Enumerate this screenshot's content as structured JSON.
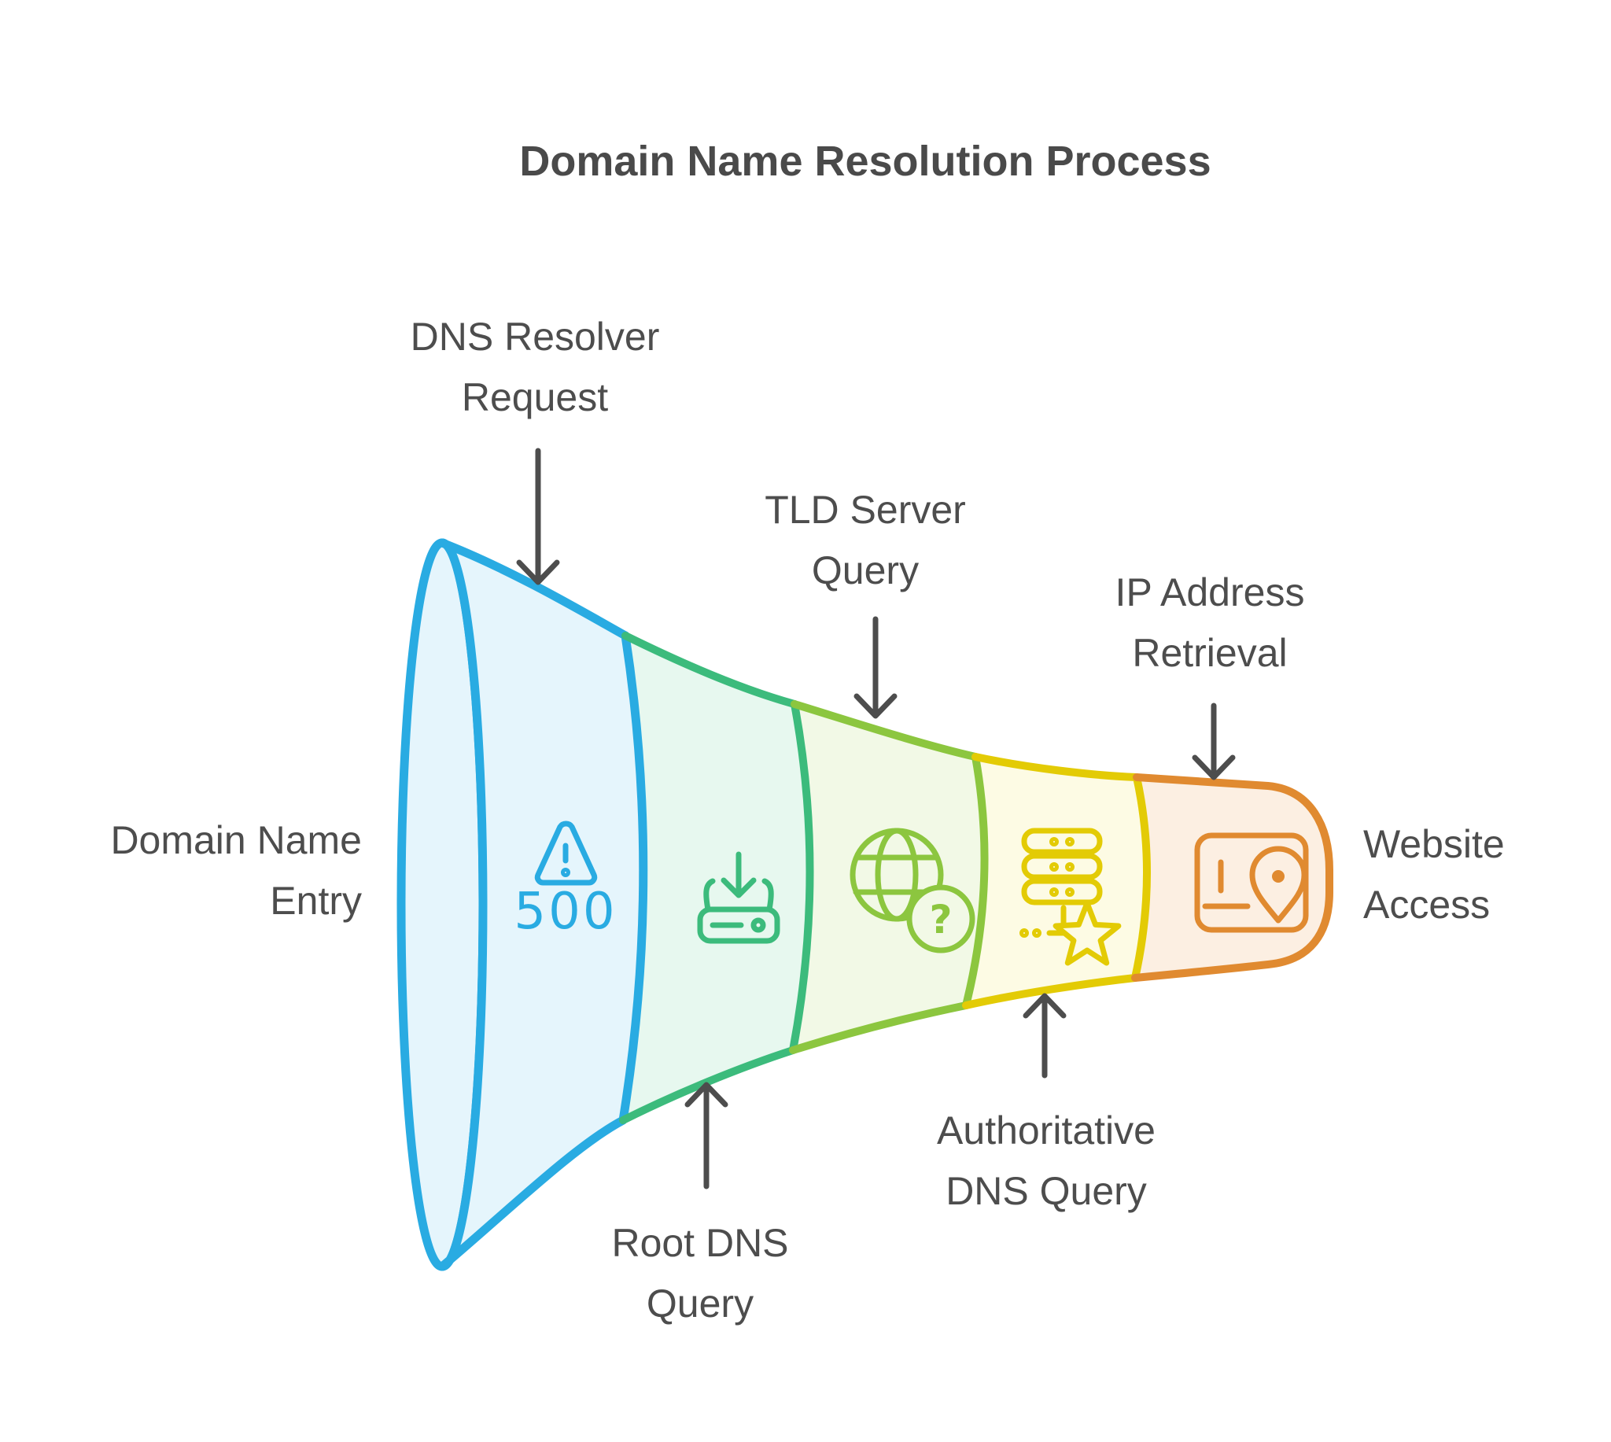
{
  "title": "Domain Name Resolution Process",
  "title_color": "#4A4A4A",
  "text_color": "#4D4D4D",
  "arrow_color": "#4D4D4D",
  "background": "#FFFFFF",
  "labels": {
    "domain_entry": {
      "line1": "Domain Name",
      "line2": "Entry"
    },
    "dns_resolver": {
      "line1": "DNS Resolver",
      "line2": "Request"
    },
    "root_dns": {
      "line1": "Root DNS",
      "line2": "Query"
    },
    "tld_server": {
      "line1": "TLD Server",
      "line2": "Query"
    },
    "authoritative": {
      "line1": "Authoritative",
      "line2": "DNS Query"
    },
    "ip_retrieval": {
      "line1": "IP Address",
      "line2": "Retrieval"
    },
    "website_access": {
      "line1": "Website",
      "line2": "Access"
    }
  },
  "stages": [
    {
      "name": "dns-resolver-request",
      "stroke": "#29ABE2",
      "fill": "#E5F5FC",
      "icon": "alert-triangle-icon",
      "badge": "500"
    },
    {
      "name": "root-dns-query",
      "stroke": "#3CBB7C",
      "fill": "#E7F8EF",
      "icon": "download-tray-icon"
    },
    {
      "name": "tld-server-query",
      "stroke": "#8CC63F",
      "fill": "#F2F9E6",
      "icon": "globe-question-icon",
      "question_glyph": "?"
    },
    {
      "name": "authoritative-dns-query",
      "stroke": "#E3CB05",
      "fill": "#FDFBE4",
      "icon": "server-star-icon"
    },
    {
      "name": "ip-address-retrieval",
      "stroke": "#E08A30",
      "fill": "#FCEFE2",
      "icon": "browser-location-pin-icon"
    }
  ]
}
